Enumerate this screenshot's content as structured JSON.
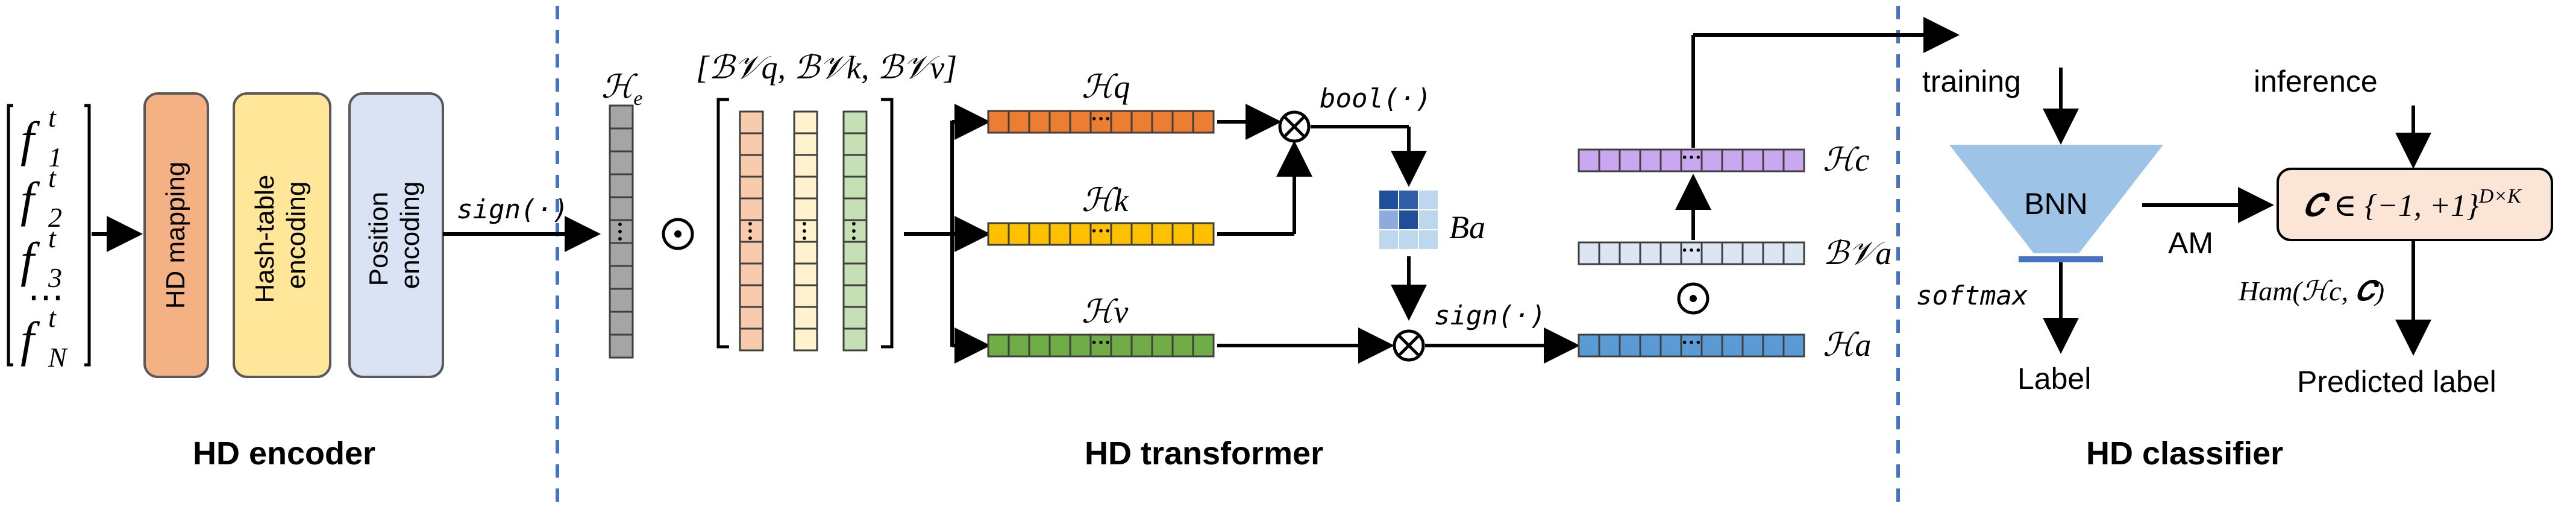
{
  "encoder": {
    "title": "HD encoder",
    "inputs": [
      "f",
      "f",
      "f",
      "f"
    ],
    "input_sub": [
      "1",
      "2",
      "3",
      "N"
    ],
    "input_sup": "t",
    "input_dots": "⋯",
    "blocks": [
      "HD mapping",
      "Hash-table encoding",
      "Position encoding"
    ],
    "sign_label": "sign(·)"
  },
  "transformer": {
    "title": "HD transformer",
    "He_label": "ℋ",
    "He_sub": "e",
    "bv_set": "[ℬ𝒱q, ℬ𝒱k, ℬ𝒱v]",
    "Hq": "ℋq",
    "Hk": "ℋk",
    "Hv": "ℋv",
    "bool_label": "bool(·)",
    "Ba": "Ba",
    "sign_label": "sign(·)",
    "Hc": "ℋc",
    "BVa": "ℬ𝒱a",
    "Ha": "ℋa"
  },
  "classifier": {
    "title": "HD classifier",
    "training": "training",
    "inference": "inference",
    "bnn": "BNN",
    "softmax": "softmax",
    "label": "Label",
    "am": "AM",
    "codebook": "𝑪 ∈ {−1, +1}",
    "codebook_sup": "D×K",
    "ham": "Ham(ℋc, 𝑪)",
    "predicted": "Predicted label"
  },
  "colors": {
    "orange": "#ED7D31",
    "yellow": "#FFC000",
    "green": "#70AD47",
    "blue": "#5B9BD5",
    "purple": "#C9A8F0",
    "lightblue": "#DCE6F2",
    "gray": "#A5A5A5",
    "divider": "#4472C4"
  }
}
